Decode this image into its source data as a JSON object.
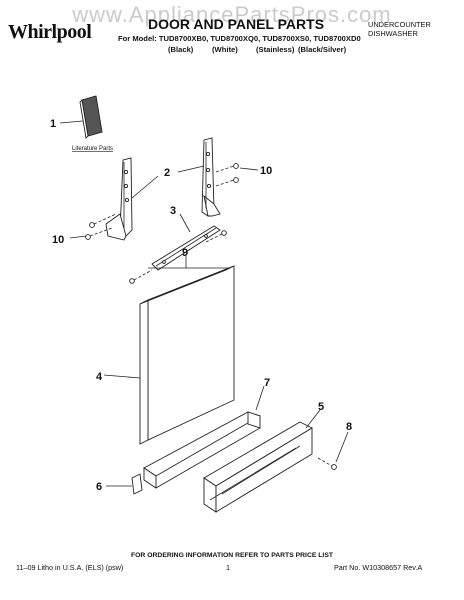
{
  "watermark": "www.AppliancePartsPros.com",
  "brand": "Whirlpool",
  "title": "DOOR AND PANEL PARTS",
  "model_line": "For Model: TUD8700XB0, TUD8700XQ0, TUD8700XS0, TUD8700XD0",
  "colors": [
    "(Black)",
    "(White)",
    "(Stainless)",
    "(Black/Silver)"
  ],
  "product_type": [
    "UNDERCOUNTER",
    "DISHWASHER"
  ],
  "callouts": [
    "1",
    "2",
    "3",
    "4",
    "5",
    "6",
    "7",
    "8",
    "9",
    "10",
    "10"
  ],
  "literature_label": "Literature Parts",
  "ordering_note": "FOR ORDERING INFORMATION REFER TO PARTS PRICE LIST",
  "footer": {
    "left": "11–09 Litho in U.S.A. (ELS) (psw)",
    "page": "1",
    "right": "Part No. W10308657 Rev.A"
  }
}
